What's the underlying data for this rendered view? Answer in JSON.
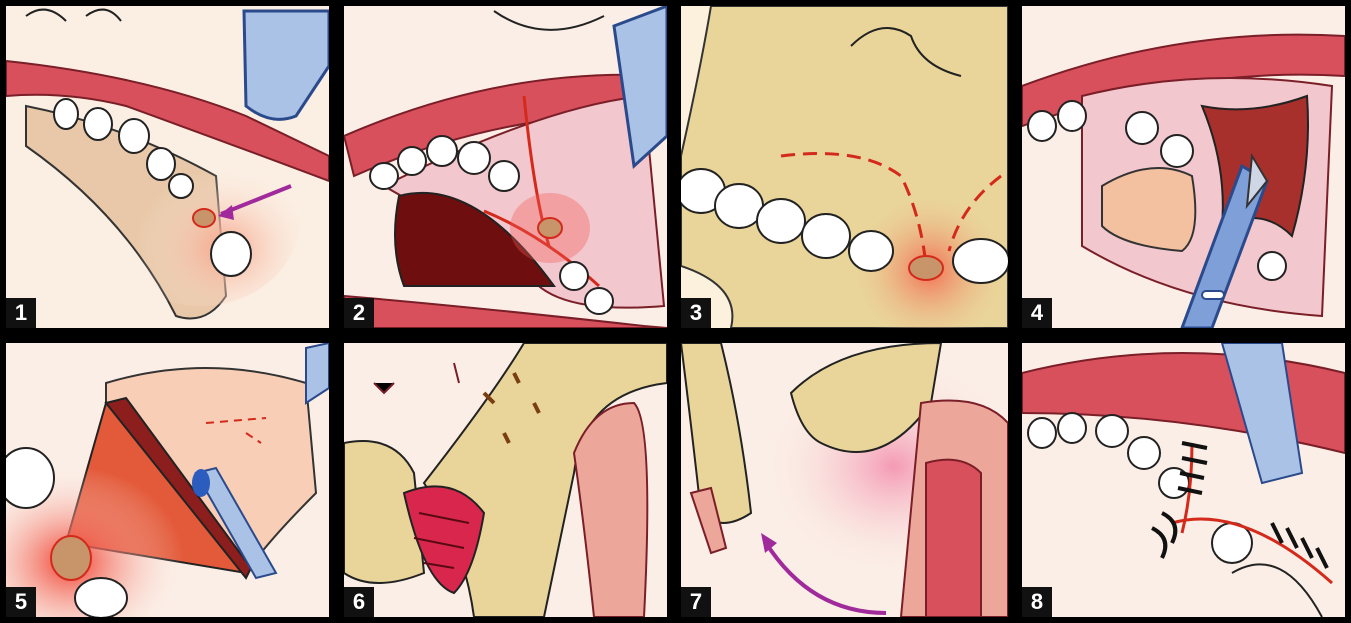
{
  "panels": [
    {
      "label": "1",
      "scene": "gum-mass-retractor-arrow"
    },
    {
      "label": "2",
      "scene": "open-mouth-incision-outline"
    },
    {
      "label": "3",
      "scene": "palate-incision-dashed"
    },
    {
      "label": "4",
      "scene": "flap-elevation-scalpel"
    },
    {
      "label": "5",
      "scene": "flap-reflected-instrument"
    },
    {
      "label": "6",
      "scene": "bone-cross-section-defect"
    },
    {
      "label": "7",
      "scene": "flap-advancement-arrow"
    },
    {
      "label": "8",
      "scene": "sutures-closed"
    }
  ],
  "colors": {
    "frame": "#000000",
    "gum": "#d8505c",
    "tissue": "#f5d7c9",
    "bone": "#e8d49a",
    "incision": "#d42a1c",
    "retractor": "#a9c2e6",
    "arrow": "#a02a9c",
    "label_bg": "#111111",
    "label_text": "#ffffff"
  }
}
